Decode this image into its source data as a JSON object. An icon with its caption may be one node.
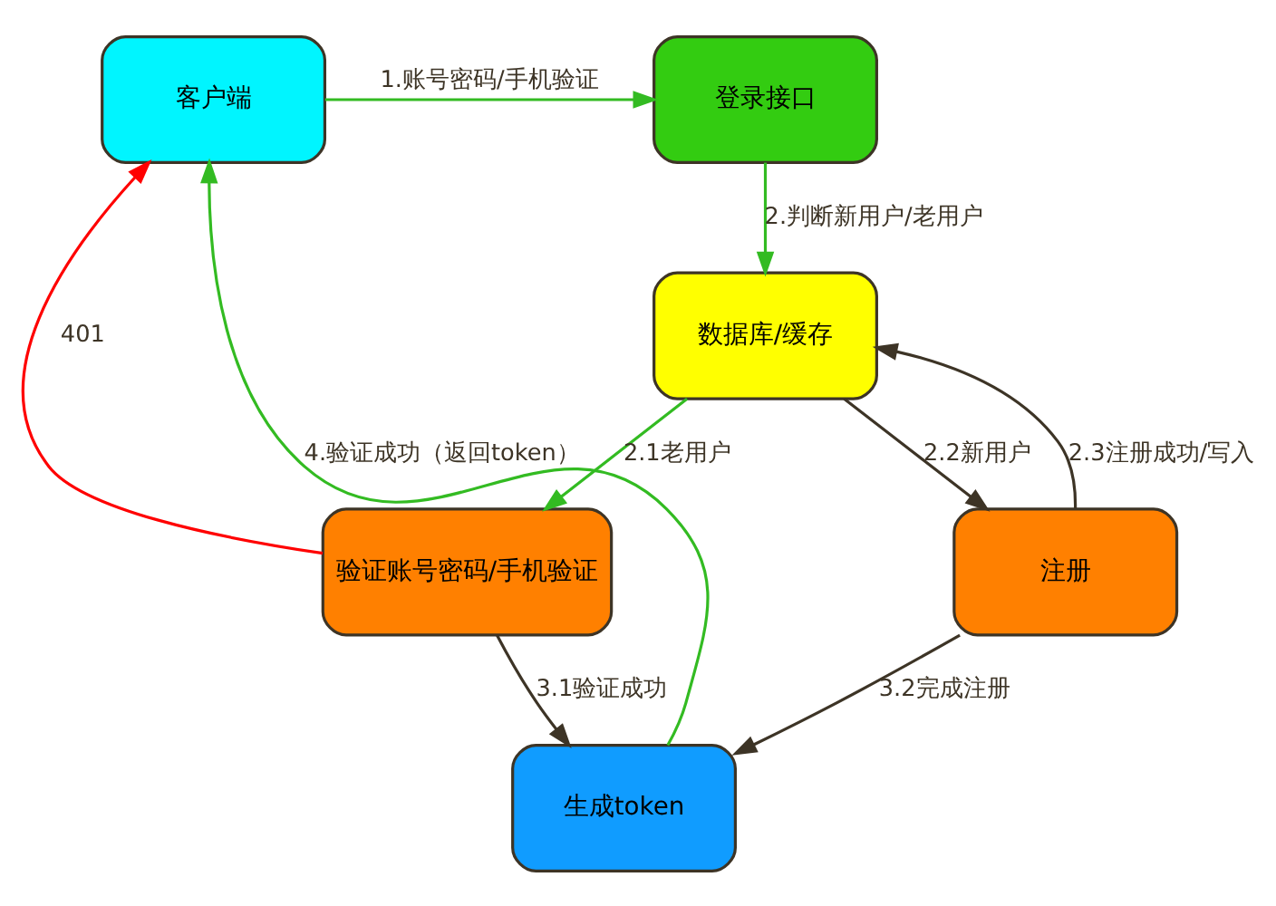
{
  "diagram": {
    "nodes": [
      {
        "text": [
          "客户端"
        ]
      },
      {
        "text": [
          "登录接口"
        ]
      },
      {
        "text": [
          "数据库/缓存"
        ]
      },
      {
        "text": [
          "验证账号密码/手机验证"
        ]
      },
      {
        "text": [
          "注册"
        ]
      },
      {
        "text": [
          "生成token"
        ]
      }
    ],
    "edges": [
      {
        "from": 0,
        "to": 1,
        "arrow": "to",
        "label": "1.账号密码/手机验证"
      },
      {
        "from": 1,
        "to": 2,
        "arrow": "to",
        "label": "2.判断新用户/老用户"
      },
      {
        "from": 2,
        "to": 3,
        "arrow": "to",
        "label": "2.1老用户"
      },
      {
        "from": 2,
        "to": 4,
        "arrow": "to",
        "label": "2.2新用户",
        "color": "#3d3426"
      },
      {
        "from": 4,
        "to": 2,
        "arrow": "to",
        "label": "2.3注册成功/写入",
        "color": "#3d3426"
      },
      {
        "from": 3,
        "to": 0,
        "arrow": "to",
        "label": "401",
        "color": "#ff0000"
      },
      {
        "from": 3,
        "to": 5,
        "arrow": "to",
        "label": "3.1验证成功",
        "color": "#3d3426"
      },
      {
        "from": 4,
        "to": 5,
        "arrow": "to",
        "label": "3.2完成注册",
        "color": "#3d3426"
      },
      {
        "from": 5,
        "to": 0,
        "arrow": "to",
        "label": "4.验证成功（返回token）"
      }
    ]
  }
}
